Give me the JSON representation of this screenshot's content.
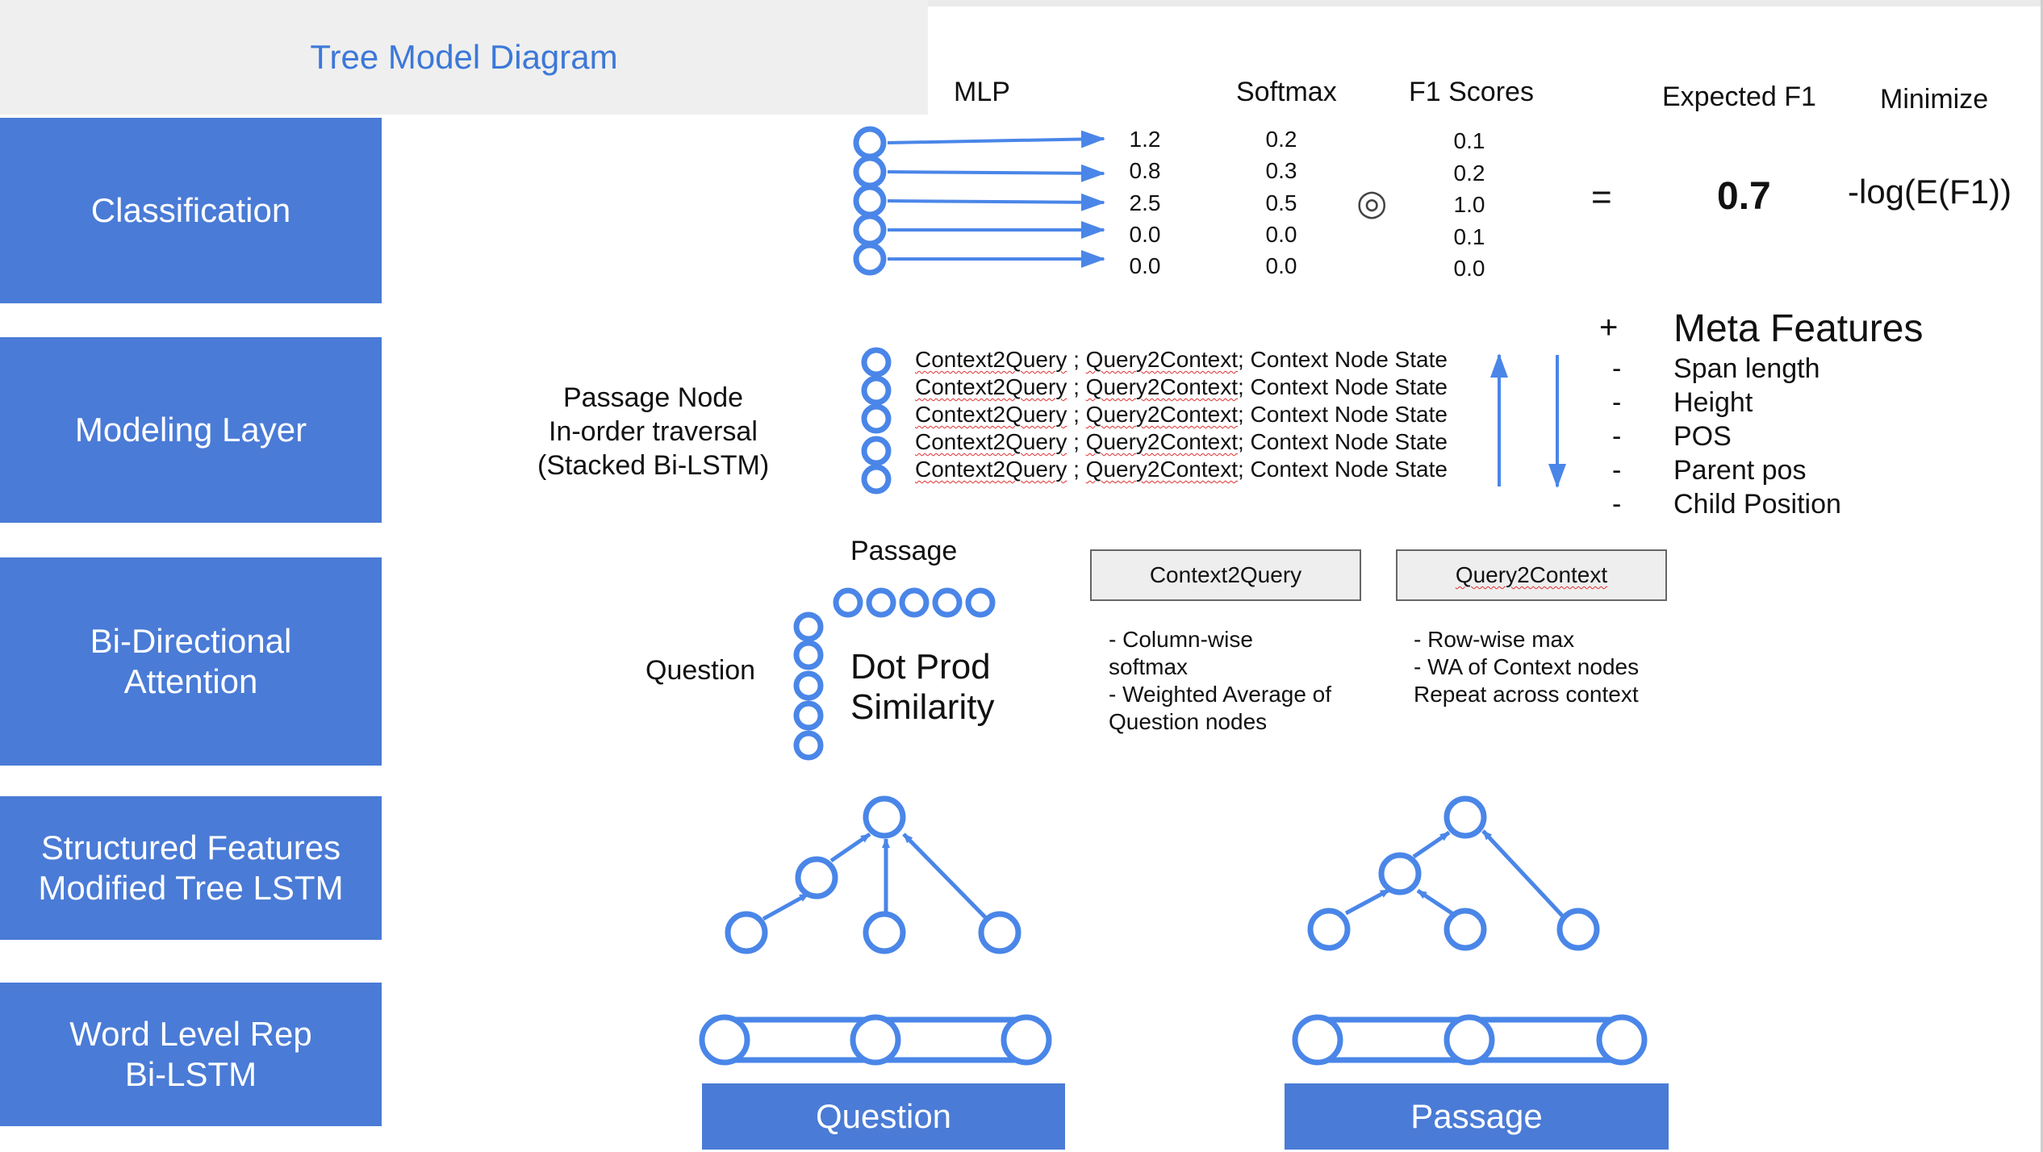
{
  "title": "Tree Model Diagram",
  "layers": [
    {
      "lines": [
        "Classification"
      ]
    },
    {
      "lines": [
        "Modeling Layer"
      ]
    },
    {
      "lines": [
        "Bi-Directional",
        "Attention"
      ]
    },
    {
      "lines": [
        "Structured Features",
        "Modified Tree LSTM"
      ]
    },
    {
      "lines": [
        "Word Level Rep",
        "Bi-LSTM"
      ]
    }
  ],
  "classification": {
    "headers": {
      "mlp": "MLP",
      "softmax": "Softmax",
      "f1": "F1 Scores",
      "expected": "Expected F1",
      "minimize": "Minimize"
    },
    "mlp_values": [
      "1.2",
      "0.8",
      "2.5",
      "0.0",
      "0.0"
    ],
    "softmax_values": [
      "0.2",
      "0.3",
      "0.5",
      "0.0",
      "0.0"
    ],
    "f1_values": [
      "0.1",
      "0.2",
      "1.0",
      "0.1",
      "0.0"
    ],
    "hadamard_symbol": "◎",
    "equals_symbol": "=",
    "expected_value": "0.7",
    "loss": "-log(E(F1))"
  },
  "modeling": {
    "label_lines": [
      "Passage Node",
      "In-order traversal",
      "(Stacked Bi-LSTM)"
    ],
    "rows": [
      {
        "c2q": "Context2Query",
        "sep": " ; ",
        "q2c": "Query2Context",
        "rest": "; Context Node State"
      },
      {
        "c2q": "Context2Query",
        "sep": " ; ",
        "q2c": "Query2Context",
        "rest": "; Context Node State"
      },
      {
        "c2q": "Context2Query",
        "sep": " ; ",
        "q2c": "Query2Context",
        "rest": "; Context Node State"
      },
      {
        "c2q": "Context2Query",
        "sep": " ; ",
        "q2c": "Query2Context",
        "rest": "; Context Node State"
      },
      {
        "c2q": "Context2Query",
        "sep": " ; ",
        "q2c": "Query2Context",
        "rest": "; Context Node State"
      }
    ]
  },
  "meta": {
    "plus": "+",
    "title": "Meta Features",
    "items": [
      "Span length",
      "Height",
      "POS",
      "Parent pos",
      "Child Position"
    ],
    "bullet": "-"
  },
  "attention": {
    "passage_label": "Passage",
    "question_label": "Question",
    "similarity_lines": [
      "Dot Prod",
      "Similarity"
    ],
    "c2q_box": "Context2Query",
    "q2c_box": "Query2Context",
    "c2q_notes": [
      "- Column-wise",
      "softmax",
      "- Weighted Average of",
      "Question nodes"
    ],
    "q2c_notes": [
      "- Row-wise max",
      "- WA of Context nodes",
      "Repeat across context"
    ]
  },
  "inputs": {
    "question": "Question",
    "passage": "Passage"
  },
  "colors": {
    "accent": "#4a7bd6",
    "node": "#4a86e8",
    "title_text": "#3c78d8"
  }
}
